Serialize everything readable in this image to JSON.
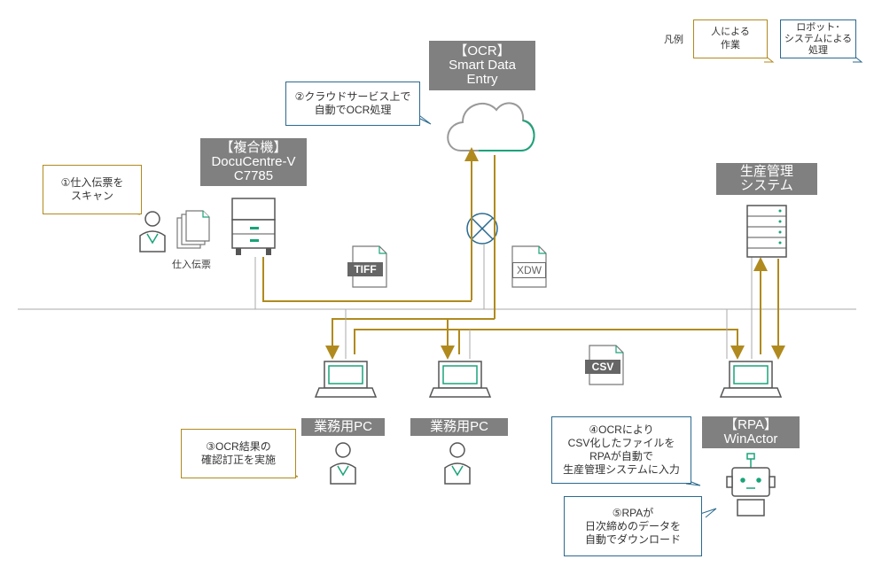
{
  "legend": {
    "title": "凡例",
    "human_line1": "人による",
    "human_line2": "作業",
    "robot_line1": "ロボット･",
    "robot_line2": "システムによる",
    "robot_line3": "処理"
  },
  "ocr_service": {
    "line1": "【OCR】",
    "line2": "Smart Data",
    "line3": "Entry"
  },
  "mfp": {
    "line1": "【複合機】",
    "line2": "DocuCentre-V",
    "line3": "C7785"
  },
  "production_system": {
    "line1": "生産管理",
    "line2": "システム"
  },
  "rpa": {
    "line1": "【RPA】",
    "line2": "WinActor"
  },
  "pcs": {
    "pc1": "業務用PC",
    "pc2": "業務用PC"
  },
  "documents_label": "仕入伝票",
  "files": {
    "tiff": "TIFF",
    "xdw": "XDW",
    "csv": "CSV"
  },
  "steps": {
    "s1_line1": "①仕入伝票を",
    "s1_line2": "スキャン",
    "s2_line1": "②クラウドサービス上で",
    "s2_line2": "自動でOCR処理",
    "s3_line1": "③OCR結果の",
    "s3_line2": "確認訂正を実施",
    "s4_line1": "④OCRにより",
    "s4_line2": "CSV化したファイルを",
    "s4_line3": "RPAが自動で",
    "s4_line4": "生産管理システムに入力",
    "s5_line1": "⑤RPAが",
    "s5_line2": "日次締めのデータを",
    "s5_line3": "自動でダウンロード"
  },
  "colors": {
    "gold": "#b08a1e",
    "blue": "#2b6a8f",
    "grey": "#808080",
    "green": "#1aa37a"
  }
}
